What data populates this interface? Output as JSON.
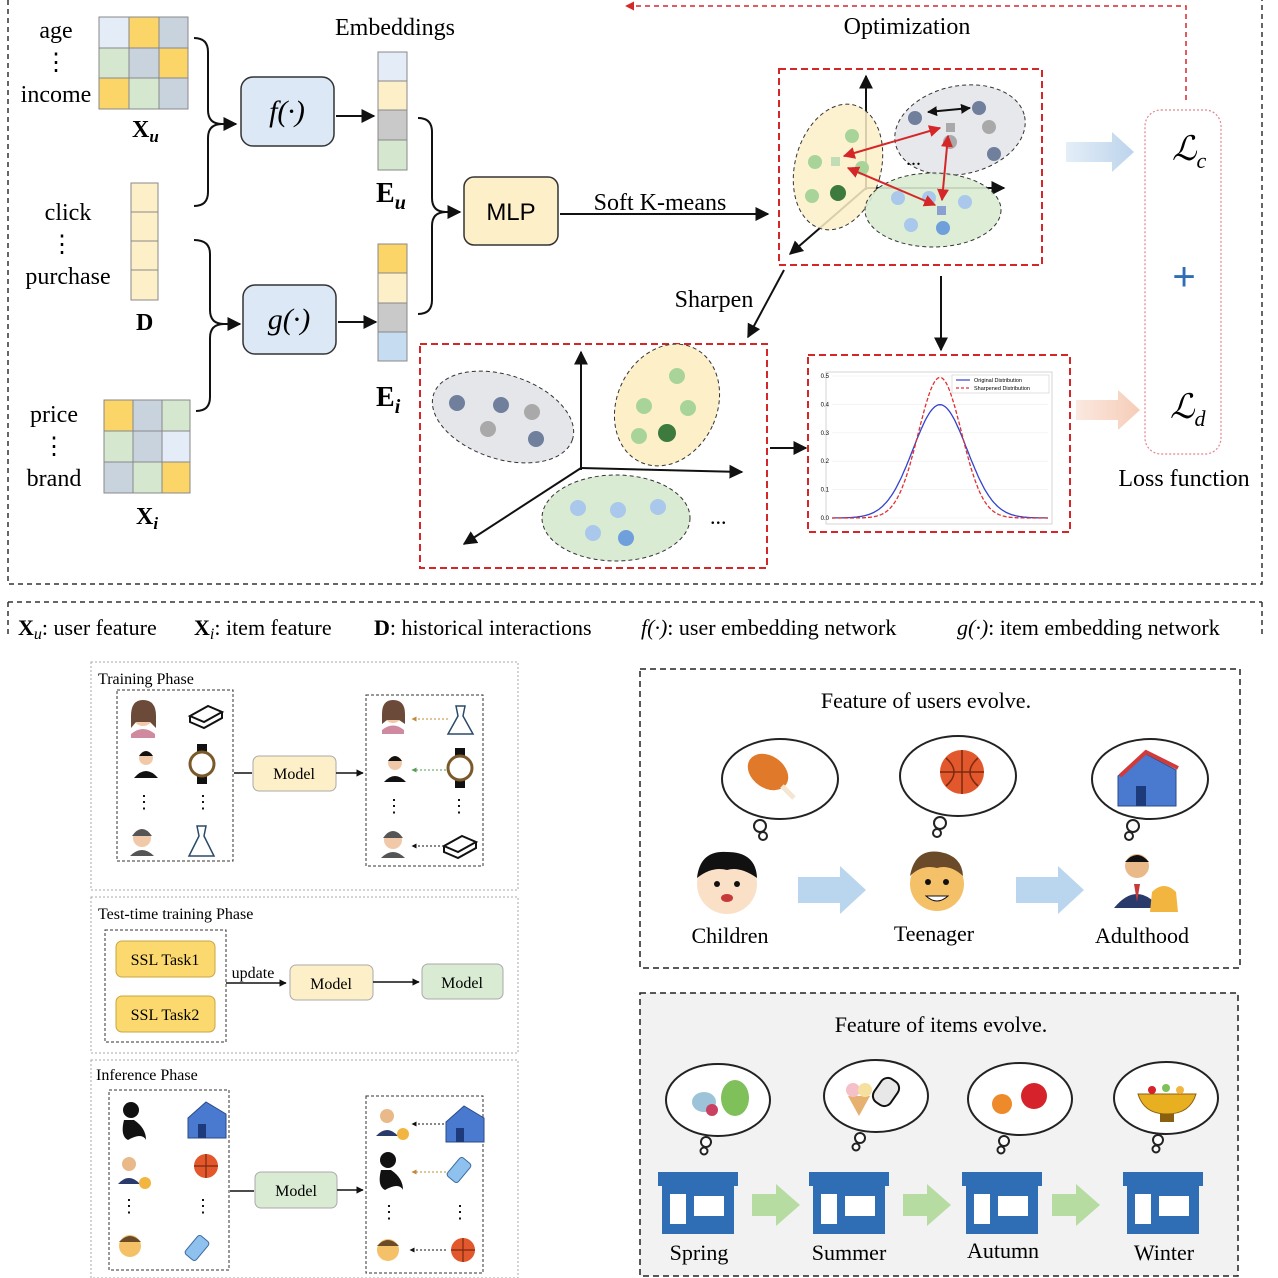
{
  "top": {
    "user_features": {
      "top": "age",
      "bottom": "income",
      "matrix_label": "X",
      "matrix_sub": "u"
    },
    "interactions": {
      "top": "click",
      "bottom": "purchase",
      "matrix_label": "D"
    },
    "item_features": {
      "top": "price",
      "bottom": "brand",
      "matrix_label": "X",
      "matrix_sub": "i"
    },
    "f_net": "f(·)",
    "g_net": "g(·)",
    "embeddings_title": "Embeddings",
    "eu_label": "E",
    "eu_sub": "u",
    "ei_label": "E",
    "ei_sub": "i",
    "mlp": "MLP",
    "soft_kmeans": "Soft K-means",
    "optimization": "Optimization",
    "sharpen": "Sharpen",
    "loss_c": "ℒ",
    "loss_c_sub": "c",
    "loss_plus": "+",
    "loss_d": "ℒ",
    "loss_d_sub": "d",
    "loss_function": "Loss function",
    "ellipsis": "...",
    "inset_legend": {
      "original": "Original Distribution",
      "sharpened": "Sharpened Distribution"
    },
    "inset_yticks": [
      "0.5",
      "0.4",
      "0.3",
      "0.2",
      "0.1",
      "0.0"
    ],
    "colors": {
      "red_dash": "#d62728",
      "f_box": "#dce8f6",
      "mlp_box": "#fdf0c8",
      "blue_line": "#3344cc",
      "red_line": "#e03030"
    }
  },
  "chart_data": {
    "type": "line",
    "series": [
      {
        "name": "Original Distribution",
        "x": [
          -4,
          -3,
          -2,
          -1.5,
          -1,
          -0.5,
          0,
          0.5,
          1,
          1.5,
          2,
          3,
          4
        ],
        "values": [
          0.0001,
          0.0044,
          0.054,
          0.13,
          0.242,
          0.352,
          0.399,
          0.352,
          0.242,
          0.13,
          0.054,
          0.0044,
          0.0001
        ]
      },
      {
        "name": "Sharpened Distribution",
        "x": [
          -4,
          -3,
          -2,
          -1.5,
          -1,
          -0.5,
          0,
          0.5,
          1,
          1.5,
          2,
          3,
          4
        ],
        "values": [
          0,
          0.0001,
          0.007,
          0.05,
          0.159,
          0.335,
          0.495,
          0.335,
          0.159,
          0.05,
          0.007,
          0.0001,
          0
        ]
      }
    ],
    "ylim": [
      0,
      0.5
    ],
    "yticks": [
      "0.0",
      "0.1",
      "0.2",
      "0.3",
      "0.4",
      "0.5"
    ],
    "legend": "top-right",
    "grid": true
  },
  "legend_line": {
    "xu": "X",
    "xu_sub": "u",
    "xu_text": ": user feature",
    "xi": "X",
    "xi_sub": "i",
    "xi_text": ": item feature",
    "d": "D",
    "d_text": ": historical interactions",
    "f": "f(·)",
    "f_text": ": user  embedding network",
    "g": "g(·)",
    "g_text": ": item  embedding network"
  },
  "phases": {
    "training": {
      "title": "Training Phase",
      "model": "Model"
    },
    "ttt": {
      "title": "Test-time training Phase",
      "task1": "SSL Task1",
      "task2": "SSL Task2",
      "update": "update",
      "model1": "Model",
      "model2": "Model"
    },
    "inference": {
      "title": "Inference Phase",
      "model": "Model"
    },
    "dots": "⋮"
  },
  "users_evolve": {
    "title": "Feature of users evolve.",
    "stages": [
      "Children",
      "Teenager",
      "Adulthood"
    ]
  },
  "items_evolve": {
    "title": "Feature of items evolve.",
    "stages": [
      "Spring",
      "Summer",
      "Autumn",
      "Winter"
    ]
  }
}
